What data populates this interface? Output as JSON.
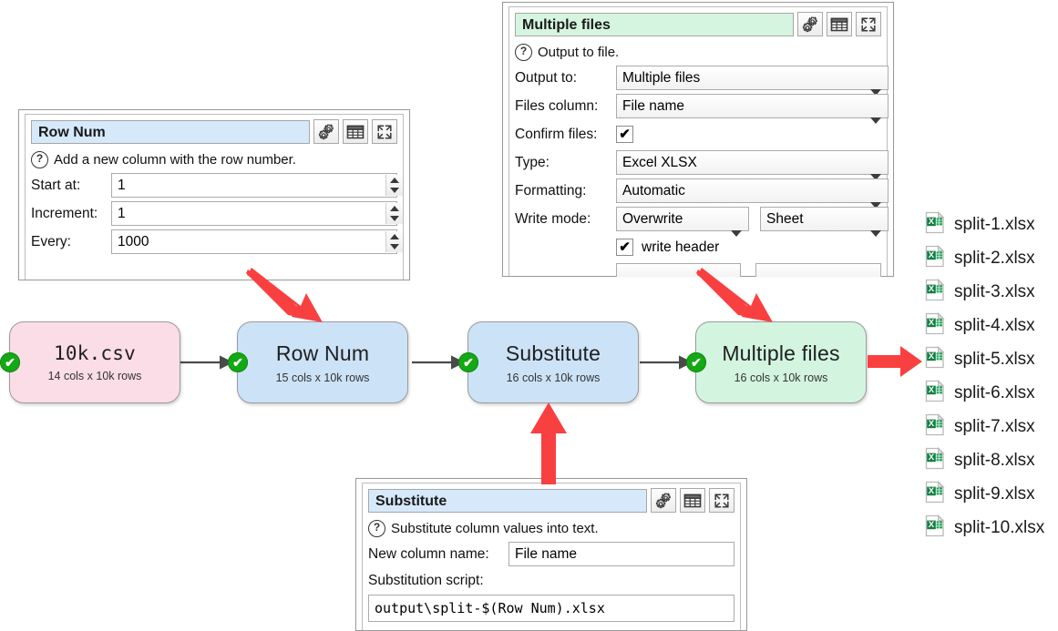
{
  "app": {
    "name": "Easy Data Transform flow"
  },
  "panels": {
    "row_num": {
      "title": "Row Num",
      "title_color": "#d6e9fb",
      "hint": "Add a new column with the row number.",
      "icons": [
        "gears-icon",
        "table-icon",
        "expand-icon"
      ],
      "fields": [
        {
          "label": "Start at:",
          "value": "1",
          "kind": "spin"
        },
        {
          "label": "Increment:",
          "value": "1",
          "kind": "spin"
        },
        {
          "label": "Every:",
          "value": "1000",
          "kind": "spin"
        }
      ]
    },
    "multiple_files": {
      "title": "Multiple files",
      "title_color": "#d6f5e0",
      "hint": "Output to file.",
      "icons": [
        "gears-icon",
        "table-icon",
        "expand-icon"
      ],
      "fields": [
        {
          "label": "Output to:",
          "value": "Multiple files",
          "kind": "combo"
        },
        {
          "label": "Files column:",
          "value": "File name",
          "kind": "combo"
        },
        {
          "label": "Confirm files:",
          "value": "",
          "kind": "check",
          "checked": true
        },
        {
          "label": "Type:",
          "value": "Excel XLSX",
          "kind": "combo"
        },
        {
          "label": "Formatting:",
          "value": "Automatic",
          "kind": "combo"
        },
        {
          "label": "Write mode:",
          "value": "Overwrite",
          "value2": "Sheet",
          "kind": "combo2"
        }
      ],
      "write_header": {
        "label": "write header",
        "checked": true
      }
    },
    "substitute": {
      "title": "Substitute",
      "title_color": "#d6e9fb",
      "hint": "Substitute column values into text.",
      "icons": [
        "gears-icon",
        "table-icon",
        "expand-icon"
      ],
      "new_column_label": "New column name:",
      "new_column_value": "File name",
      "script_label": "Substitution script:",
      "script_value": "output\\split-$(Row Num).xlsx"
    }
  },
  "flow": {
    "nodes": [
      {
        "title": "10k.csv",
        "sub": "14 cols x 10k rows",
        "color": "pink",
        "status": "ok"
      },
      {
        "title": "Row Num",
        "sub": "15 cols x 10k rows",
        "color": "blue",
        "status": "ok"
      },
      {
        "title": "Substitute",
        "sub": "16 cols x 10k rows",
        "color": "blue",
        "status": "ok"
      },
      {
        "title": "Multiple files",
        "sub": "16 cols x 10k rows",
        "color": "green",
        "status": "ok"
      }
    ],
    "status_glyph": "✔",
    "colors": {
      "pink": "#fadde6",
      "blue": "#cce2f7",
      "green": "#d3f5e0",
      "status_green": "#14a814",
      "annotation_red": "#f94040"
    }
  },
  "files": {
    "items": [
      {
        "name": "split-1.xlsx"
      },
      {
        "name": "split-2.xlsx"
      },
      {
        "name": "split-3.xlsx"
      },
      {
        "name": "split-4.xlsx"
      },
      {
        "name": "split-5.xlsx"
      },
      {
        "name": "split-6.xlsx"
      },
      {
        "name": "split-7.xlsx"
      },
      {
        "name": "split-8.xlsx"
      },
      {
        "name": "split-9.xlsx"
      },
      {
        "name": "split-10.xlsx"
      }
    ],
    "icon": "excel-file-icon",
    "icon_letter": "X"
  }
}
